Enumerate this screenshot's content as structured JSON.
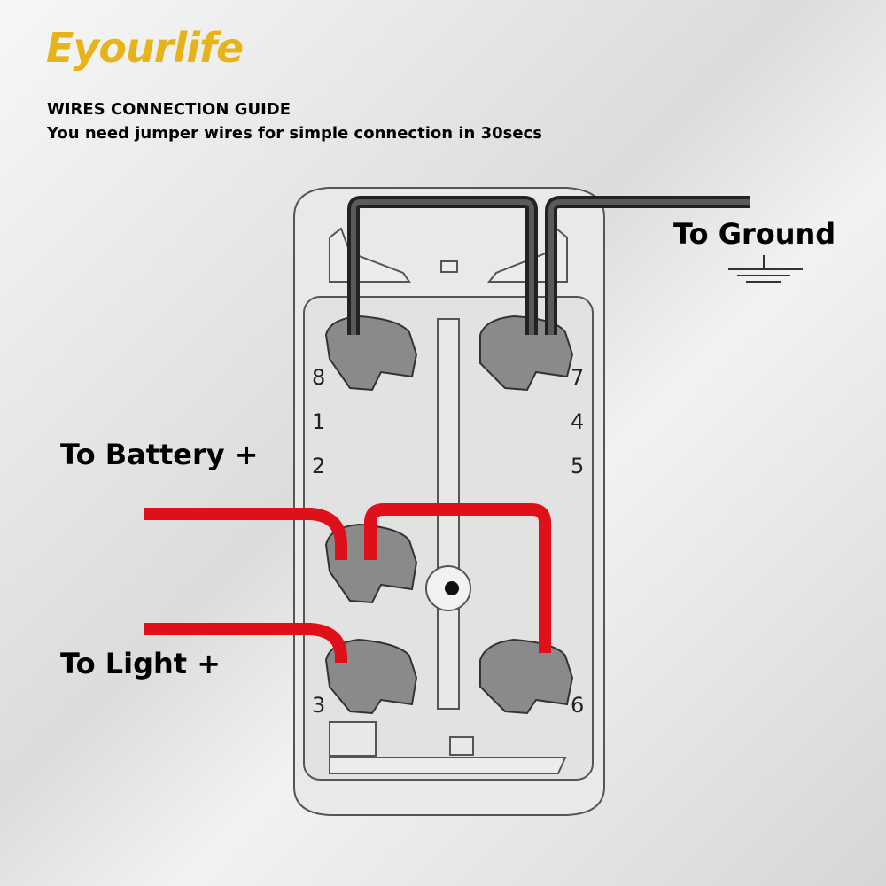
{
  "brand": {
    "logo_text": "Eyourlife",
    "logo_color": "#e7b31a"
  },
  "header": {
    "title": "WIRES CONNECTION GUIDE",
    "subtitle": "You need jumper wires for simple connection in 30secs"
  },
  "labels": {
    "ground": "To Ground",
    "battery": "To Battery  +",
    "light": "To Light  +"
  },
  "pins": {
    "p8": "8",
    "p7": "7",
    "p1": "1",
    "p4": "4",
    "p2": "2",
    "p5": "5",
    "p3": "3",
    "p6": "6"
  },
  "colors": {
    "power_wire": "#e0101b",
    "ground_wire": "#333333",
    "terminal": "#8a8a8a"
  },
  "icons": {
    "ground": "ground-symbol-icon",
    "switch": "rocker-switch-icon"
  }
}
